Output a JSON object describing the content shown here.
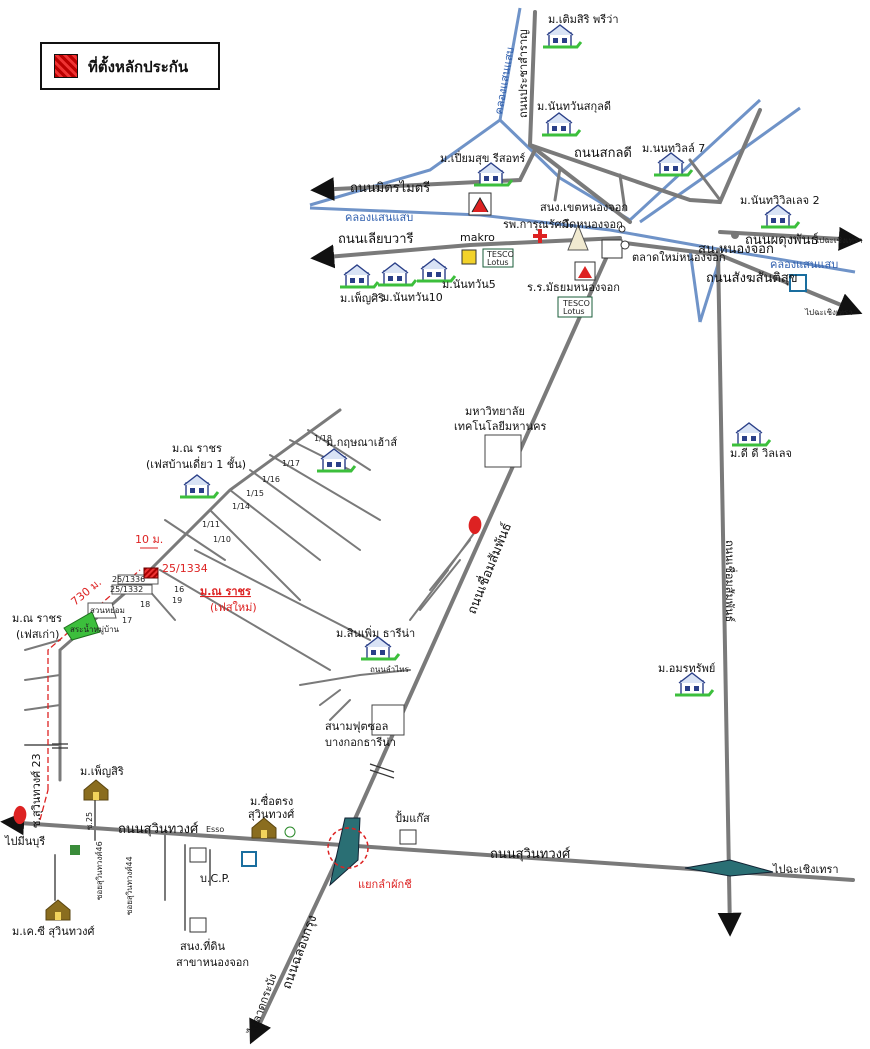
{
  "legend": {
    "label": "ที่ตั้งหลักประกัน"
  },
  "roads": {
    "mitr_maitri": "ถนนมิตรไมตรี",
    "liab_wari": "ถนนเลียบวารี",
    "sakon_dee": "ถนนสกลดี",
    "phadung_phan": "ถนนผดุงพันธ์",
    "sangkhom_santisuk": "ถนนสังฆสันติสุข",
    "chuam_samphan": "ถนนเชื่อมสัมพันธ์",
    "sukhumvit_1": "ถนนสุวินทวงศ์",
    "sukhumvit_2": "ถนนสุวินทวงศ์",
    "chalong_krung": "ถนนฉลองกรุง",
    "khlong_prachasamran": "ถนนประชาสำราญ",
    "lam_thai": "ถนนลำไทร"
  },
  "canals": {
    "saen_saep_1": "คลองแสนแสบ",
    "saen_saep_2": "คลองแสนแสบ",
    "saen_saep_3": "คลองแสนแสบ"
  },
  "directions": {
    "to_chachoengsao_1": "ไปฉะเชิงเทรา",
    "to_chachoengsao_2": "ไปฉะเชิงเทรา",
    "to_chachoengsao_3": "ไปฉะเชิงเทรา",
    "to_minburi": "ไปมีนบุรี",
    "to_lat_krabang": "ไปลาดกระบัง"
  },
  "places": {
    "m_termsiri": "ม.เติมสิริ พรีว่า",
    "m_nanthawan_sakon": "ม.นันทวันสกุลดี",
    "m_nonthawilla": "ม.นนทวิลล์ 7",
    "m_piamsuk": "ม.เปี่ยมสุข รีสอทร์",
    "m_nanthawilla_2": "ม.นันทวิวิลเลจ 2",
    "sanong_khet": "สนง.เขตหนองจอก",
    "wat_nongchok": "วัดหนองจอก",
    "rp_karun": "รพ.การุณรัศมี",
    "makro": "makro",
    "sanong_nongchok": "สน.หนองจอก",
    "talad_mai": "ตลาดใหม่หนองจอก",
    "school": "ร.ร.มัธยมหนองจอก",
    "m_phensiri_1": "ม.เพ็ญศิริ",
    "m_nanthawan10": "ม.นันทวัน10",
    "m_nanthawan5": "ม.นันทวัน5",
    "university_1": "มหาวิทยาลัย",
    "university_2": "เทคโนโลยีมหานคร",
    "m_dd_village": "ม.ดี ดี วิลเลจ",
    "m_na_rachon_single": "ม.ณ ราชร",
    "m_na_rachon_single_sub": "(เฟสบ้านเดี่ยว 1 ชั้น)",
    "m_krisana": "ม.กฤษณาเฮ้าส์",
    "m_na_rachon_new": "ม.ณ ราชร",
    "m_na_rachon_new_sub": "(เฟสใหม่)",
    "m_na_rachon_old": "ม.ณ ราชร",
    "m_na_rachon_old_sub": "(เฟสเก่า)",
    "m_sinperm": "ม.สินเพิ่ม ธารีน่า",
    "m_amornsap": "ม.อมรทรัพย์",
    "stadium_1": "สนามฟุตซอล",
    "stadium_2": "บางกอกธารีน่า",
    "m_phensiri_2": "ม.เพ็ญสิริ",
    "m_chuetrong_1": "ม.ซื่อตรง",
    "m_chuetrong_2": "สุวินทวงศ์",
    "pumkaew": "ปั้มแก๊ส",
    "ucp": "บ.C.P.",
    "land_office_1": "สนง.ที่ดิน",
    "land_office_2": "สาขาหนองจอก",
    "m_kc": "ม.เค.ซี สุวินทวงศ์",
    "lam_phak_chi": "แยกลำผักชี",
    "soi_23": "ซ.สุวินทวงศ์ 23",
    "soi_46": "ซอยสุวินทวงศ์46",
    "soi_44": "ซอยสุวินทวงศ์44",
    "soi_25": "ซ.25"
  },
  "plot": {
    "dist_10": "10 ม.",
    "dist_730": "730 ม.",
    "lot_a": "25/1336",
    "lot_b": "25/1334",
    "lot_c": "25/1332",
    "lot_green": "สระน้ำหมู่บ้าน",
    "lot_park": "สวนหย่อม",
    "lane_16": "16",
    "lane_17": "17",
    "lane_18": "18",
    "lane_19": "19",
    "s1_10": "1/10",
    "s1_11": "1/11",
    "s1_14": "1/14",
    "s1_15": "1/15",
    "s1_16": "1/16",
    "s1_17": "1/17",
    "s1_18": "1/18"
  },
  "brands": {
    "tesco_1": "TESCO",
    "lotus_1": "Lotus",
    "tesco_2": "TESCO",
    "lotus_2": "Lotus",
    "esso": "Esso"
  },
  "colors": {
    "road": "#7a7a7a",
    "canal": "#6f93c8",
    "bridge": "#2a6f74",
    "plot": "#c41010",
    "label_red": "#d22222",
    "park": "#3cbf3c"
  }
}
